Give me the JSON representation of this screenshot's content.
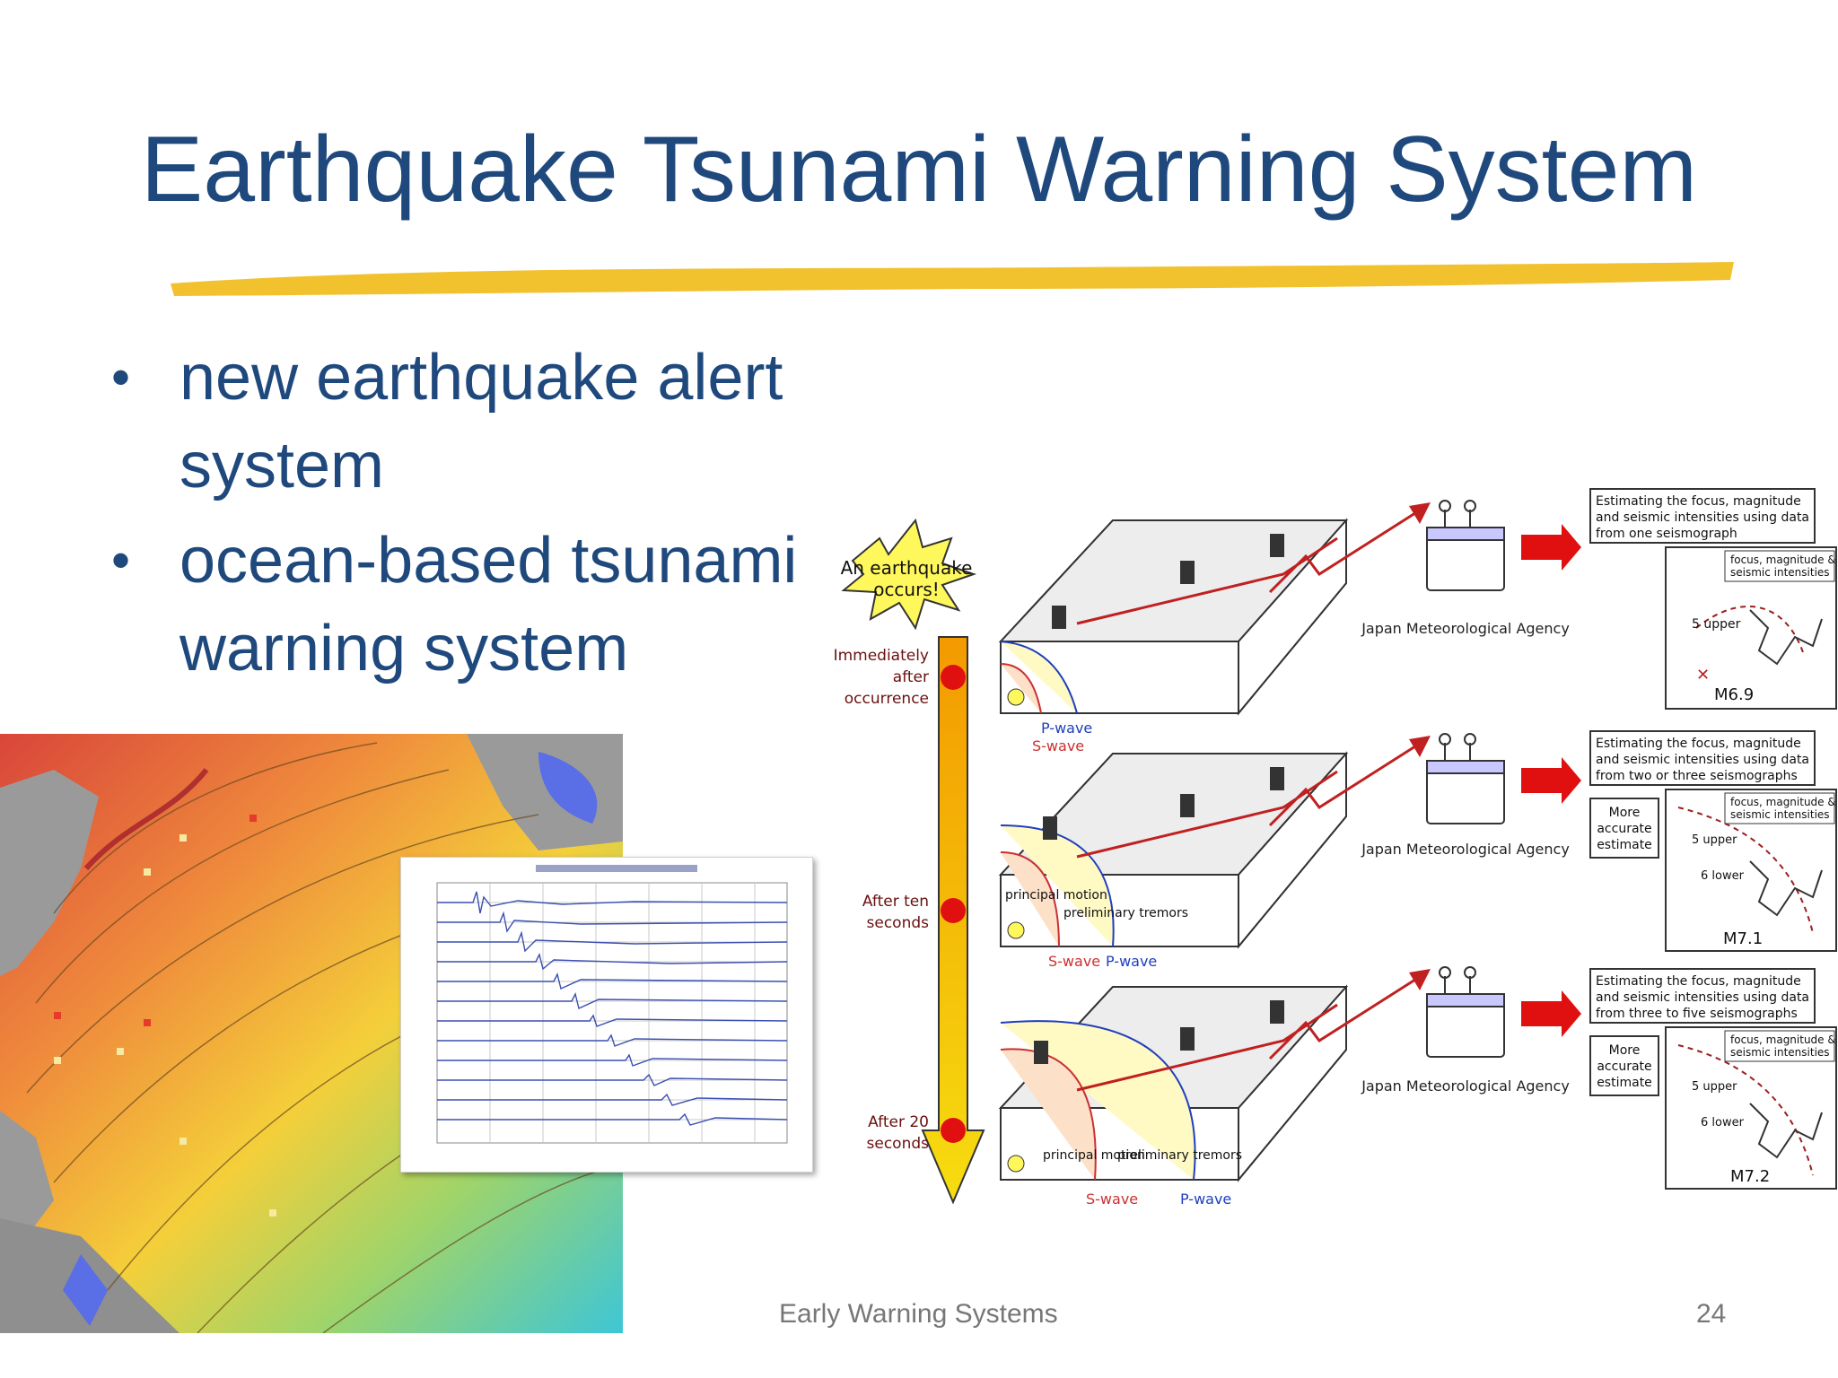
{
  "slide": {
    "title": "Earthquake Tsunami Warning System",
    "bullets": [
      "new earthquake alert system",
      "ocean-based tsunami warning system"
    ],
    "footer_text": "Early Warning Systems",
    "slide_number": "24"
  },
  "diagram": {
    "burst_label_1": "An earthquake",
    "burst_label_2": "occurs!",
    "timeline": [
      {
        "line1": "Immediately",
        "line2": "after",
        "line3": "occurrence"
      },
      {
        "line1": "After ten",
        "line2": "seconds",
        "line3": ""
      },
      {
        "line1": "After 20",
        "line2": "seconds",
        "line3": ""
      }
    ],
    "agency_label": "Japan Meteorological Agency",
    "panels": [
      {
        "estimate_1": "Estimating the focus, magnitude",
        "estimate_2": "and seismic intensities using data",
        "estimate_3": "from one seismograph",
        "magnitude": "M6.9",
        "intensity_1": "5 upper",
        "intensity_2": "",
        "accuracy_1": "",
        "accuracy_2": "",
        "accuracy_3": "",
        "wave_a": "P-wave",
        "wave_b": "S-wave",
        "motion_a": "",
        "motion_b": ""
      },
      {
        "estimate_1": "Estimating the focus, magnitude",
        "estimate_2": "and seismic intensities using data",
        "estimate_3": "from two or three seismographs",
        "magnitude": "M7.1",
        "intensity_1": "5 upper",
        "intensity_2": "6 lower",
        "accuracy_1": "More",
        "accuracy_2": "accurate",
        "accuracy_3": "estimate",
        "wave_a": "S-wave",
        "wave_b": "P-wave",
        "motion_a": "principal motion",
        "motion_b": "preliminary tremors"
      },
      {
        "estimate_1": "Estimating the focus, magnitude",
        "estimate_2": "and seismic intensities using data",
        "estimate_3": "from three to five seismographs",
        "magnitude": "M7.2",
        "intensity_1": "5 upper",
        "intensity_2": "6 lower",
        "accuracy_1": "More",
        "accuracy_2": "accurate",
        "accuracy_3": "estimate",
        "wave_a": "S-wave",
        "wave_b": "P-wave",
        "motion_a": "principal motion",
        "motion_b": "preliminary tremors"
      }
    ],
    "legend_1": "focus, magnitude &",
    "legend_2": "seismic intensities"
  },
  "colors": {
    "title": "#1f497d",
    "highlight": "#f2c12e",
    "timeline": "#f5a300",
    "alert_dot": "#e01010",
    "arrow_red": "#e01010"
  }
}
